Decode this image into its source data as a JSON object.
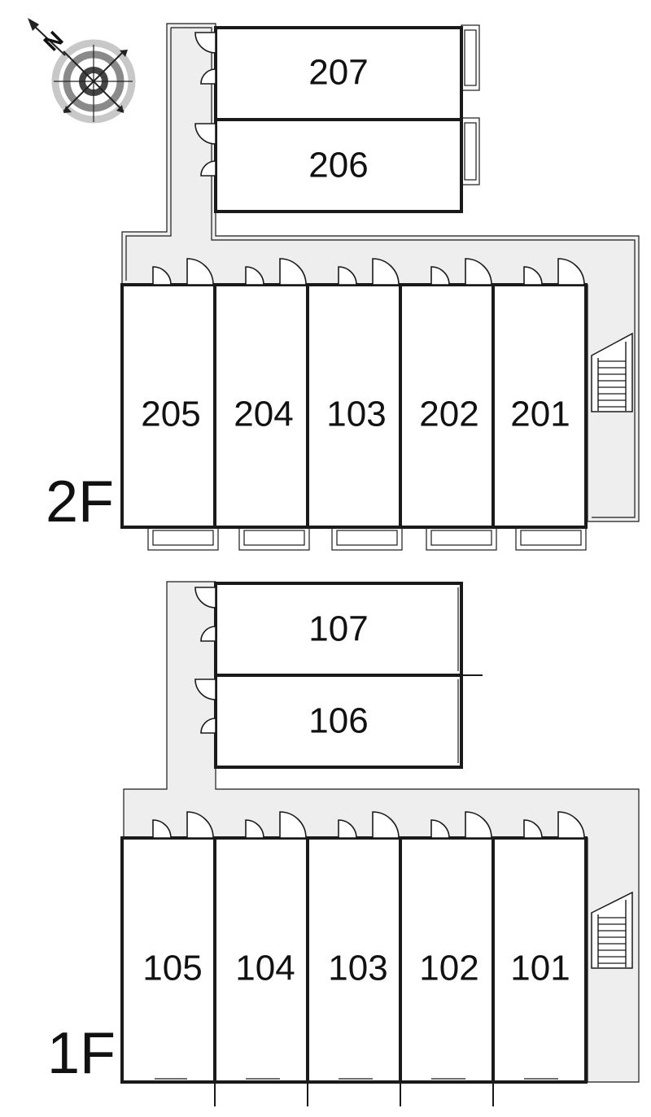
{
  "compass": {
    "north_label": "N",
    "icon": "compass-icon"
  },
  "floors": [
    {
      "label": "2F",
      "rooms_side": [
        "207",
        "206"
      ],
      "rooms_main": [
        "205",
        "204",
        "103",
        "202",
        "201"
      ]
    },
    {
      "label": "1F",
      "rooms_side": [
        "107",
        "106"
      ],
      "rooms_main": [
        "105",
        "104",
        "103",
        "102",
        "101"
      ]
    }
  ],
  "colors": {
    "corridor": "#eeeeee",
    "wall": "#1a1a1a",
    "background": "#ffffff"
  }
}
